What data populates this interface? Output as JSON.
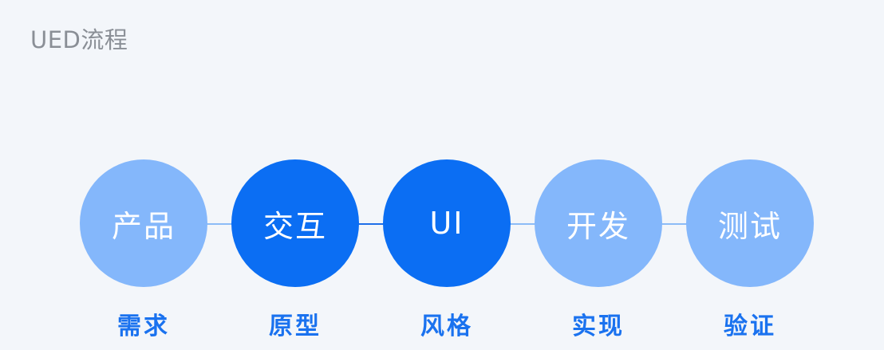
{
  "title": "UED流程",
  "steps": [
    {
      "label": "产品",
      "caption": "需求",
      "style": "light"
    },
    {
      "label": "交互",
      "caption": "原型",
      "style": "dark"
    },
    {
      "label": "UI",
      "caption": "风格",
      "style": "dark"
    },
    {
      "label": "开发",
      "caption": "实现",
      "style": "light"
    },
    {
      "label": "测试",
      "caption": "验证",
      "style": "light"
    }
  ],
  "colors": {
    "background": "#f3f6fa",
    "light_circle": "#84b7fb",
    "dark_circle": "#0b6ef3",
    "caption": "#1a72ef",
    "title": "#8a8f96"
  }
}
